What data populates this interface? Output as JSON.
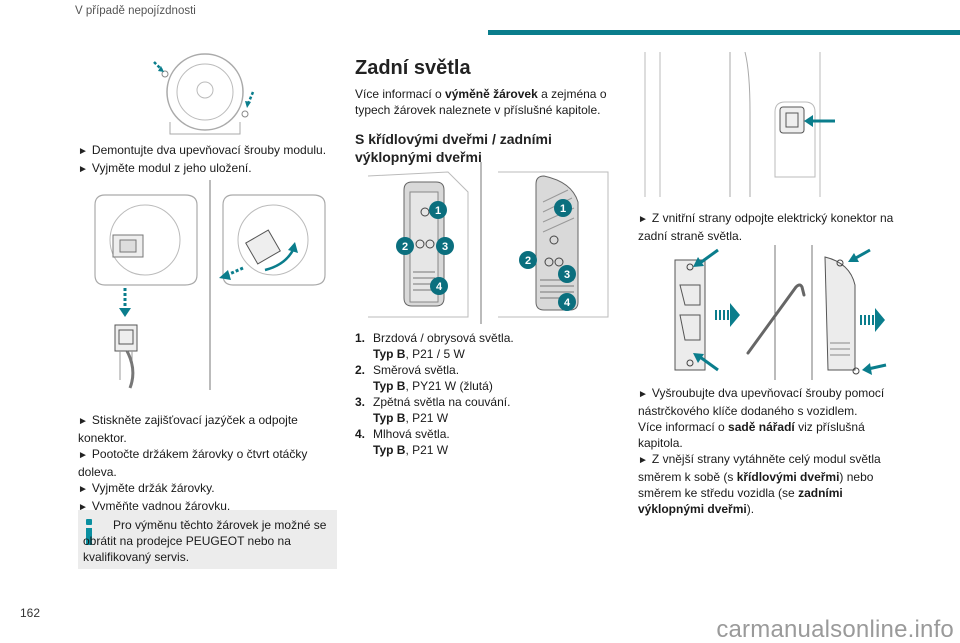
{
  "header": {
    "running_title": "V případě nepojízdnosti",
    "page_number": "162"
  },
  "watermark": "carmanualsonline.info",
  "col1": {
    "steps_a": [
      "Demontujte dva upevňovací šrouby modulu.",
      "Vyjměte modul z jeho uložení."
    ],
    "steps_b": [
      "Stiskněte zajišťovací jazýček a odpojte konektor.",
      "Pootočte držákem žárovky o čtvrt otáčky doleva.",
      "Vyjměte držák žárovky.",
      "Vyměňte vadnou žárovku."
    ],
    "info": "Pro výměnu těchto žárovek je možné se obrátit na prodejce PEUGEOT nebo na kvalifikovaný servis."
  },
  "col2": {
    "title": "Zadní světla",
    "intro_1": "Více informací o ",
    "intro_bold": "výměně žárovek",
    "intro_2": " a zejména o typech žárovek naleznete v příslušné kapitole.",
    "subtitle": "S křídlovými dveřmi / zadními výklopnými dveřmi",
    "callouts": [
      "1",
      "2",
      "3",
      "4"
    ],
    "legend": [
      {
        "num": "1.",
        "name": "Brzdová / obrysová světla.",
        "type_label": "Typ B",
        "type_value": ", P21 / 5 W"
      },
      {
        "num": "2.",
        "name": "Směrová světla.",
        "type_label": "Typ B",
        "type_value": ", PY21 W (žlutá)"
      },
      {
        "num": "3.",
        "name": "Zpětná světla na couvání.",
        "type_label": "Typ B",
        "type_value": ", P21 W"
      },
      {
        "num": "4.",
        "name": "Mlhová světla.",
        "type_label": "Typ B",
        "type_value": ", P21 W"
      }
    ]
  },
  "col3": {
    "step_1": "Z vnitřní strany odpojte elektrický konektor na zadní straně světla.",
    "step_2": "Vyšroubujte dva upevňovací šrouby pomocí nástrčkového klíče dodaného s vozidlem.",
    "more_1": "Více informací o ",
    "more_bold": "sadě nářadí",
    "more_2": " viz příslušná kapitola.",
    "step_3a": "Z vnější strany vytáhněte celý modul světla směrem k sobě (s ",
    "step_3b": "křídlovými dveřmi",
    "step_3c": ") nebo směrem ke středu vozidla (se ",
    "step_3d": "zadními výklopnými dveřmi",
    "step_3e": ")."
  },
  "colors": {
    "accent": "#0a7d8c",
    "callout": "#0b6f7e",
    "info_bg": "#ececec"
  }
}
